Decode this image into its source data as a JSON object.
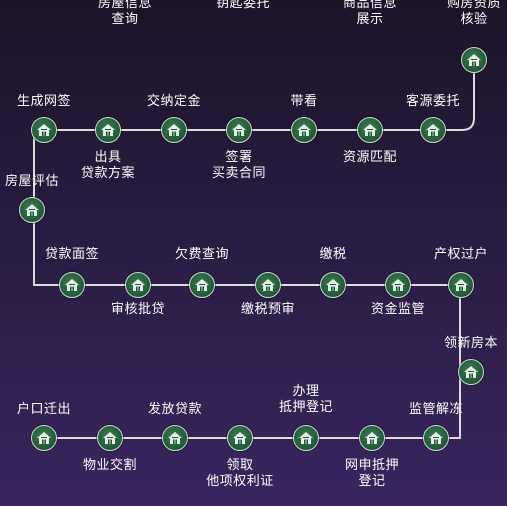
{
  "steps": [
    "房屋信息\n查询",
    "钥匙委托",
    "商品信息\n展示",
    "购房资质\n核验",
    "客源委托",
    "资源匹配",
    "带看",
    "签署\n买卖合同",
    "交纳定金",
    "出具\n贷款方案",
    "生成网签",
    "房屋评估",
    "贷款面签",
    "审核批贷",
    "欠费查询",
    "缴税预审",
    "缴税",
    "资金监管",
    "产权过户",
    "领新房本",
    "监管解冻",
    "网申抵押\n登记",
    "办理\n抵押登记",
    "领取\n他项权利证",
    "发放贷款",
    "物业交割",
    "户口迁出"
  ],
  "colors": {
    "background_top": "#1e1630",
    "background_bottom": "#3b2560",
    "path": "#dcdcdc",
    "node_fill": "#1f5a37",
    "text": "#ffffff"
  },
  "icon": "house-icon"
}
